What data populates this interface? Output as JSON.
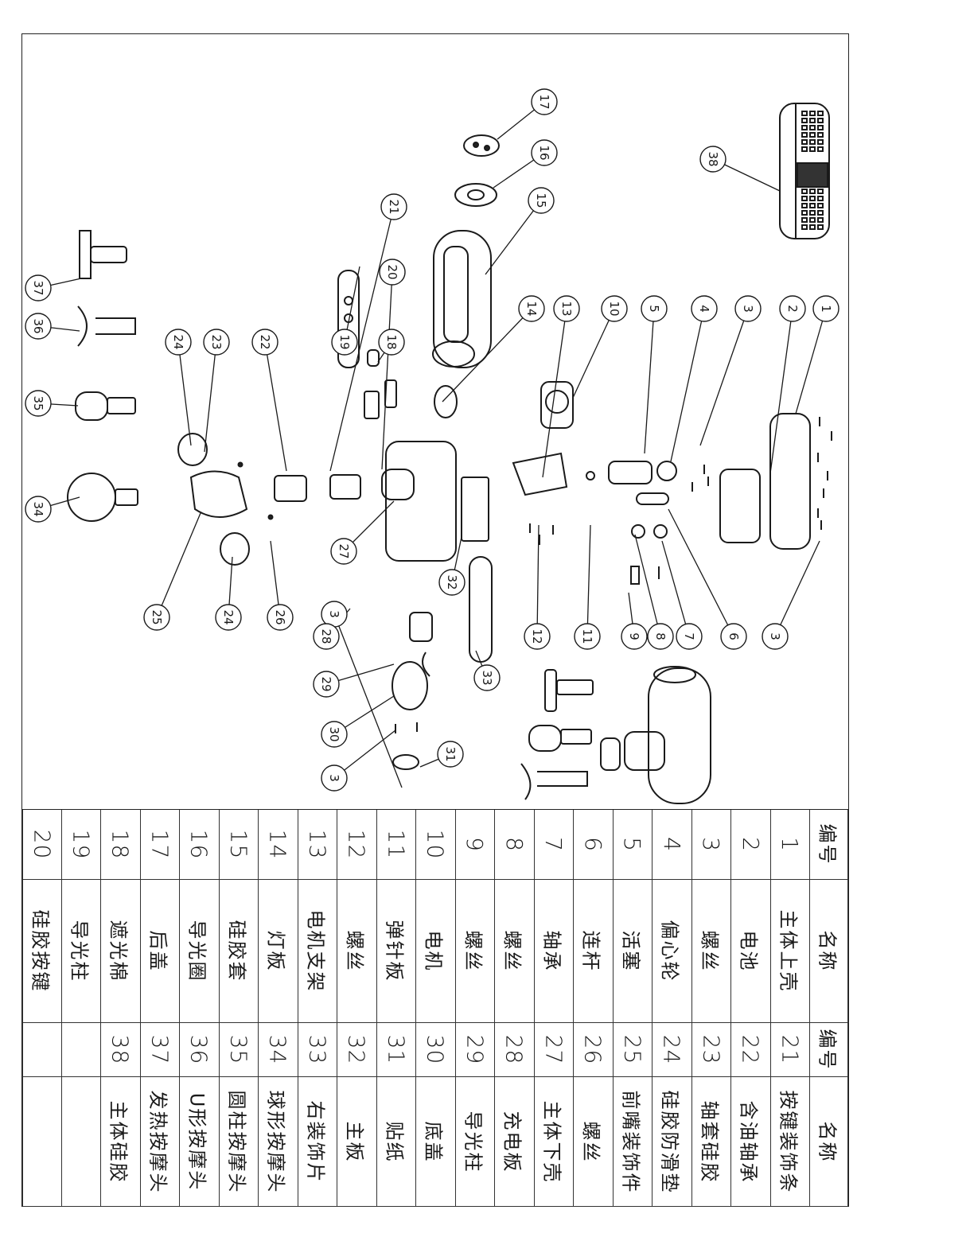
{
  "table": {
    "header_no": "编号",
    "header_name": "名称",
    "left_rows": [
      {
        "no": "1",
        "name": "主体上壳"
      },
      {
        "no": "2",
        "name": "电池"
      },
      {
        "no": "3",
        "name": "螺丝"
      },
      {
        "no": "4",
        "name": "偏心轮"
      },
      {
        "no": "5",
        "name": "活塞"
      },
      {
        "no": "6",
        "name": "连杆"
      },
      {
        "no": "7",
        "name": "轴承"
      },
      {
        "no": "8",
        "name": "螺丝"
      },
      {
        "no": "9",
        "name": "螺丝"
      },
      {
        "no": "10",
        "name": "电机"
      },
      {
        "no": "11",
        "name": "弹针板"
      },
      {
        "no": "12",
        "name": "螺丝"
      },
      {
        "no": "13",
        "name": "电机支架"
      },
      {
        "no": "14",
        "name": "灯板"
      },
      {
        "no": "15",
        "name": "硅胶套"
      },
      {
        "no": "16",
        "name": "导光圈"
      },
      {
        "no": "17",
        "name": "后盖"
      },
      {
        "no": "18",
        "name": "遮光棉"
      },
      {
        "no": "19",
        "name": "导光柱"
      },
      {
        "no": "20",
        "name": "硅胶按键"
      }
    ],
    "right_rows": [
      {
        "no": "21",
        "name": "按键装饰条"
      },
      {
        "no": "22",
        "name": "含油轴承"
      },
      {
        "no": "23",
        "name": "轴套硅胶"
      },
      {
        "no": "24",
        "name": "硅胶防滑垫"
      },
      {
        "no": "25",
        "name": "前嘴装饰件"
      },
      {
        "no": "26",
        "name": "螺丝"
      },
      {
        "no": "27",
        "name": "主体下壳"
      },
      {
        "no": "28",
        "name": "充电板"
      },
      {
        "no": "29",
        "name": "导光柱"
      },
      {
        "no": "30",
        "name": "底盖"
      },
      {
        "no": "31",
        "name": "贴纸"
      },
      {
        "no": "32",
        "name": "主板"
      },
      {
        "no": "33",
        "name": "右装饰片"
      },
      {
        "no": "34",
        "name": "球形按摩头"
      },
      {
        "no": "35",
        "name": "圆柱按摩头"
      },
      {
        "no": "36",
        "name": "U形按摩头"
      },
      {
        "no": "37",
        "name": "发热按摩头"
      },
      {
        "no": "38",
        "name": "主体硅胶"
      },
      {
        "no": "",
        "name": ""
      },
      {
        "no": "",
        "name": ""
      }
    ]
  },
  "callouts": [
    "1",
    "2",
    "3",
    "3",
    "3",
    "3",
    "4",
    "5",
    "6",
    "7",
    "8",
    "9",
    "10",
    "11",
    "12",
    "13",
    "14",
    "15",
    "16",
    "17",
    "18",
    "19",
    "20",
    "21",
    "22",
    "23",
    "24",
    "24",
    "25",
    "26",
    "27",
    "28",
    "29",
    "30",
    "31",
    "32",
    "33",
    "34",
    "35",
    "36",
    "37",
    "38"
  ]
}
